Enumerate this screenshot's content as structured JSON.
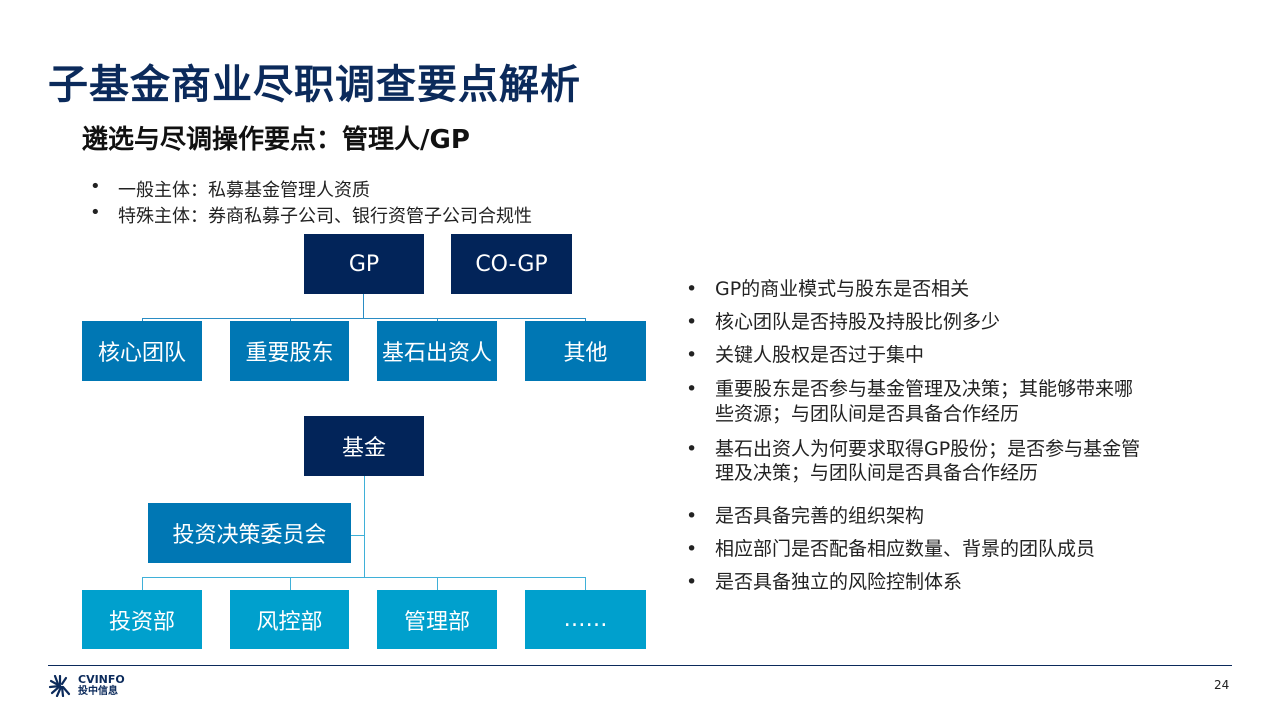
{
  "title": "子基金商业尽职调查要点解析",
  "subtitle": "遴选与尽调操作要点：管理人/GP",
  "left_bullets": [
    "一般主体：私募基金管理人资质",
    "特殊主体：券商私募子公司、银行资管子公司合规性"
  ],
  "org_top": {
    "gp": "GP",
    "co_gp": "CO-GP",
    "children": [
      "核心团队",
      "重要股东",
      "基石出资人",
      "其他"
    ]
  },
  "org_bottom": {
    "fund": "基金",
    "committee": "投资决策委员会",
    "children": [
      "投资部",
      "风控部",
      "管理部",
      "……"
    ]
  },
  "right_bullets": [
    [
      "GP的商业模式与股东是否相关"
    ],
    [
      "核心团队是否持股及持股比例多少"
    ],
    [
      "关键人股权是否过于集中"
    ],
    [
      "重要股东是否参与基金管理及决策；其能够带来哪",
      "些资源；与团队间是否具备合作经历"
    ],
    [
      "基石出资人为何要求取得GP股份；是否参与基金管",
      "理及决策；与团队间是否具备合作经历"
    ],
    [
      "是否具备完善的组织架构"
    ],
    [
      "相应部门是否配备相应数量、背景的团队成员"
    ],
    [
      "是否具备独立的风险控制体系"
    ]
  ],
  "bullet_char": "•",
  "logo": {
    "brand_en": "CVINFO",
    "brand_cn": "投中信息"
  },
  "page_number": "24",
  "colors": {
    "navy": "#022459",
    "mid_blue": "#0077b4",
    "light_blue": "#00a0cd"
  }
}
